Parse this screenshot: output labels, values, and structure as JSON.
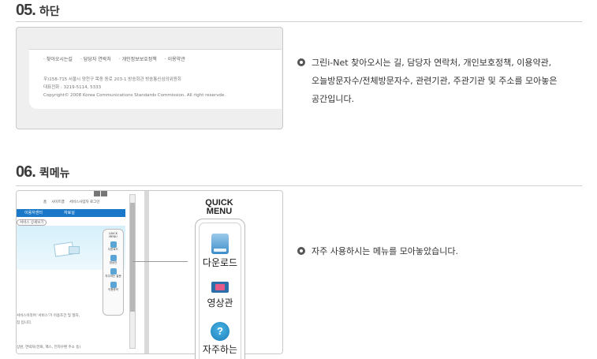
{
  "section5": {
    "num": "05",
    "dot": ".",
    "title": "하단",
    "footer_links": [
      "찾아오시는길",
      "담당자 연락처",
      "개인정보보호정책",
      "이용약관"
    ],
    "footer_addr_line1": "우)158-715 서울시 양천구 목동 동로 203-1 방송회관 방송통신심의위원회",
    "footer_addr_line2": "대표전화 : 3219-5114, 5333",
    "footer_addr_line3": "Copyright© 2008 Korea Communications Standards Commission. All right reservde.",
    "desc_line1": "그린i-Net 찾아오시는 길, 담당자 연락처, 개인보호정책, 이용약관,",
    "desc_line2": "오늘방문자수/전체방문자수, 관련기관, 주관기관 및 주소를 모아놓은",
    "desc_line3": "공간입니다."
  },
  "section6": {
    "num": "06",
    "dot": ".",
    "title": "퀵메뉴",
    "mini_nav": [
      "홈",
      "사이트맵",
      "서비스사업자 로그인"
    ],
    "mini_tabs": [
      "이용자센터",
      "자료실"
    ],
    "mini_sub": "서비스 상세보기",
    "mini_menu_header_1": "QUICK",
    "mini_menu_header_2": "MENU",
    "mini_menu_items": [
      "다운로드",
      "영상관",
      "자주하는 질문",
      "이용문의"
    ],
    "mini_text1": "서비스이라며 '서비스'가 이용조건 및 절차,",
    "mini_text2": "칩 입니다.",
    "mini_text3": "상원, 연락처(전화, 팩스, 전자우편 주소 등)",
    "quick_label_1": "QUICK",
    "quick_label_2": "MENU",
    "quick_items": [
      "다운로드",
      "영상관",
      "자주하는"
    ],
    "desc": "자주 사용하시는 메뉴를 모아놓았습니다."
  }
}
